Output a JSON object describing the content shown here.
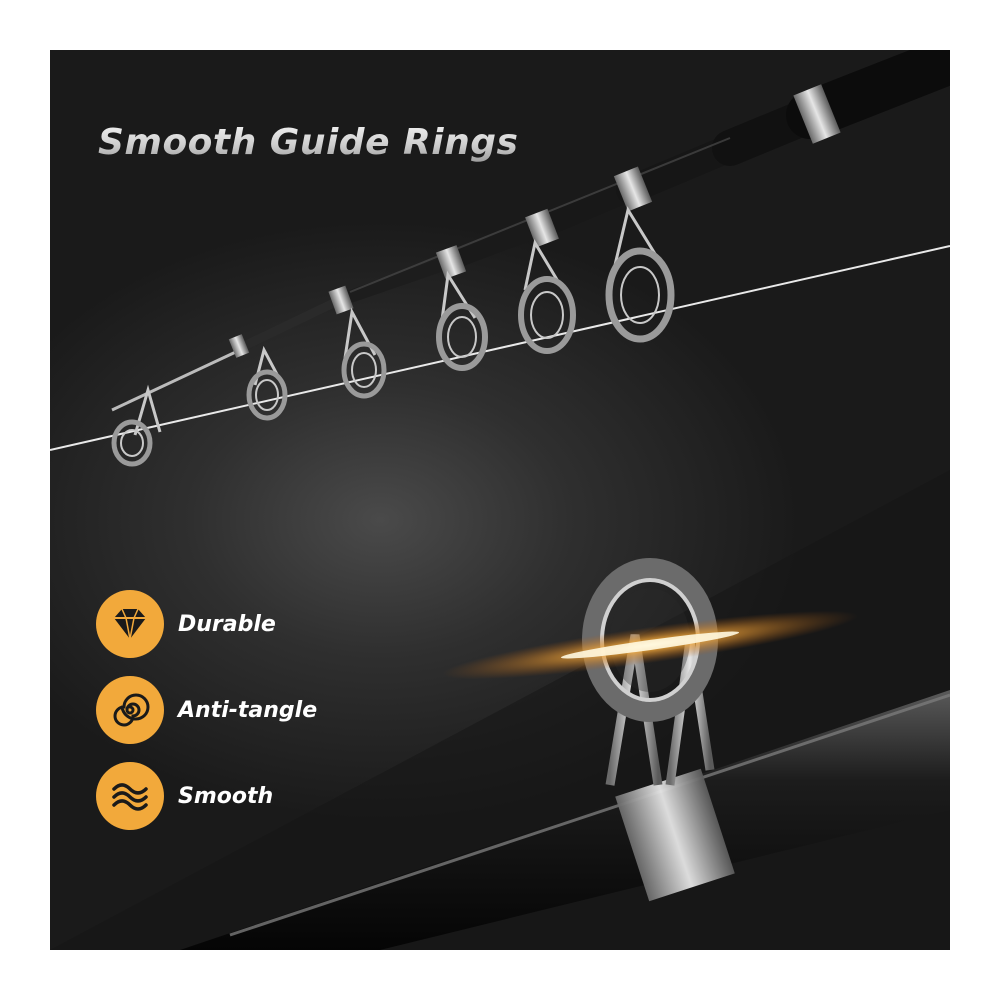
{
  "title": "Smooth Guide Rings",
  "features": [
    {
      "label": "Durable",
      "icon": "diamond-icon"
    },
    {
      "label": "Anti-tangle",
      "icon": "spiral-icon"
    },
    {
      "label": "Smooth",
      "icon": "waves-icon"
    }
  ],
  "colors": {
    "background": "#222222",
    "accent": "#F2A93B",
    "text": "#FFFFFF",
    "title": "#D8D8D8"
  }
}
